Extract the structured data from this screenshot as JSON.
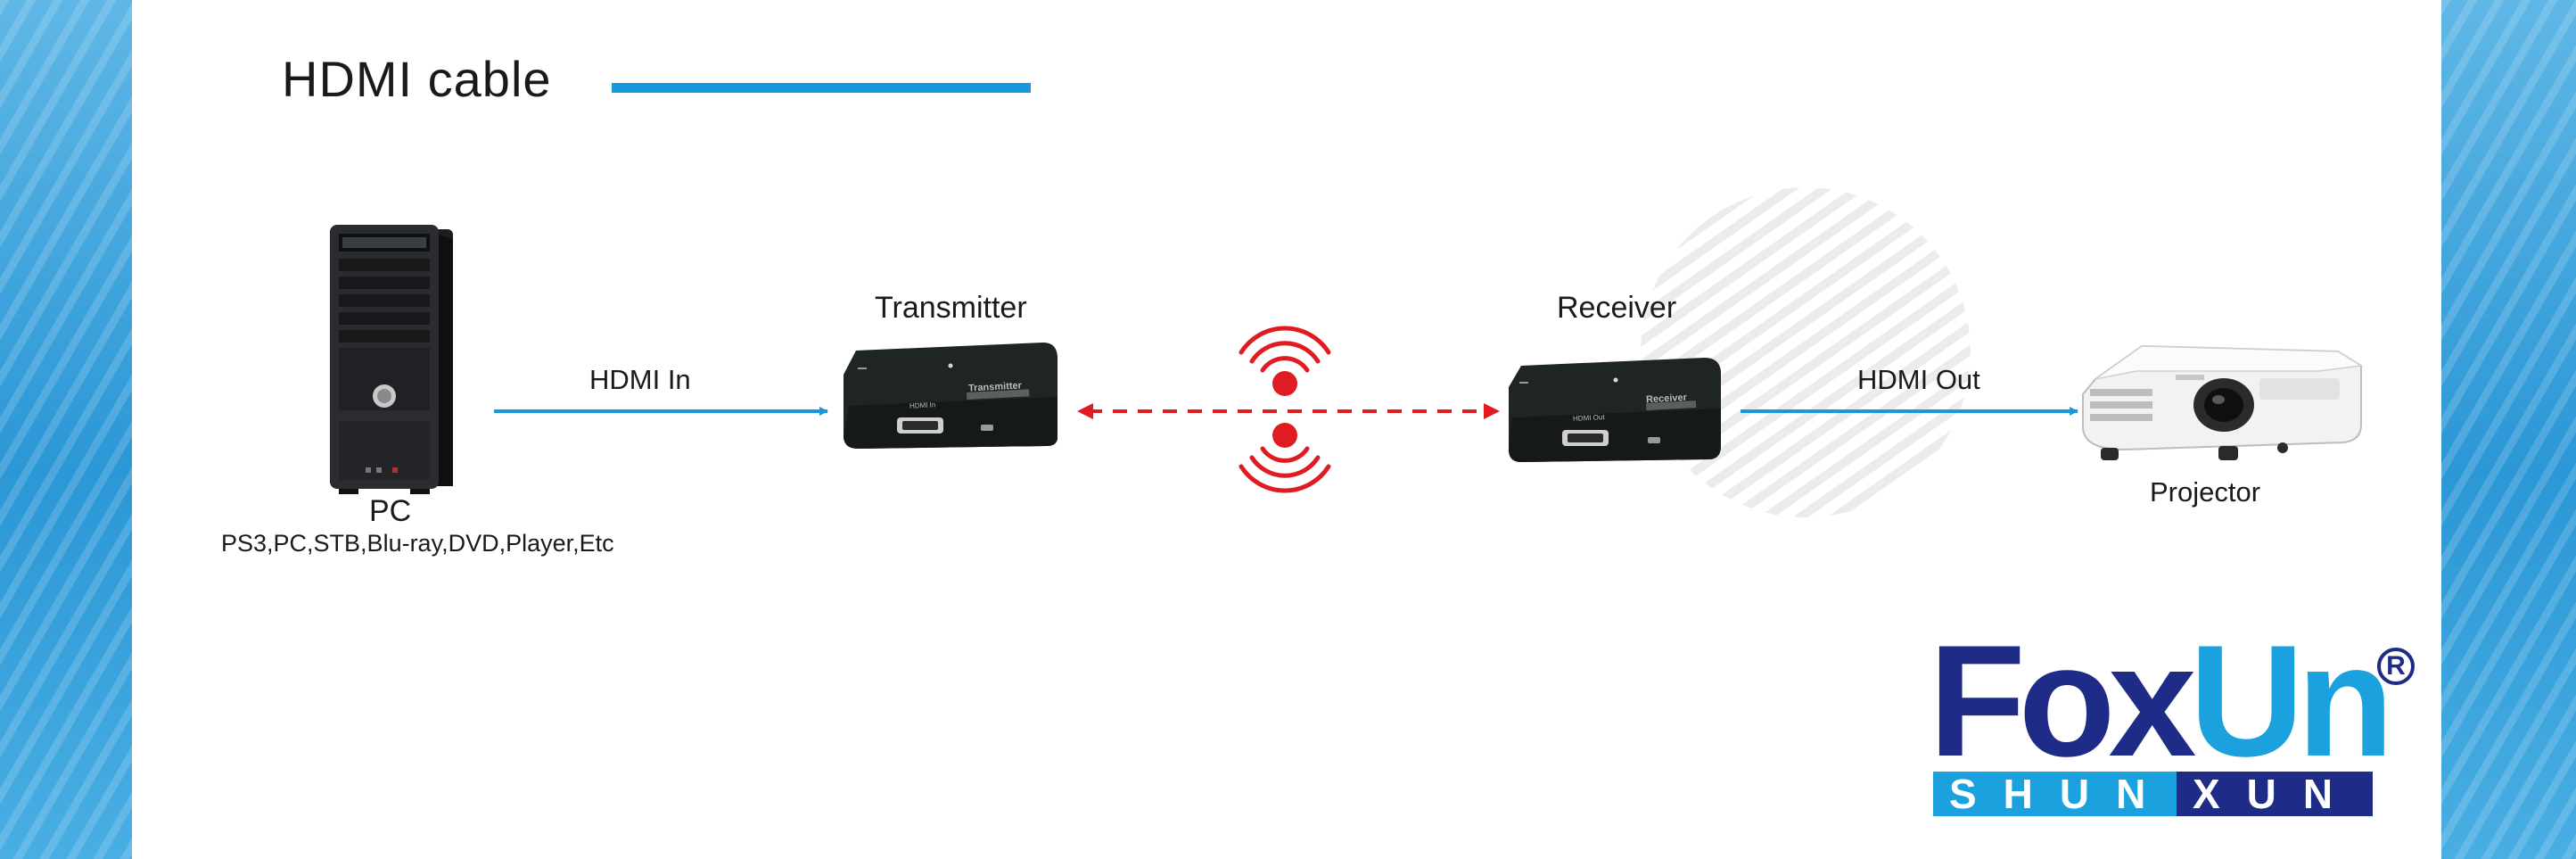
{
  "header": {
    "title": "HDMI cable"
  },
  "nodes": {
    "pc": {
      "label": "PC",
      "sublabel": "PS3,PC,STB,Blu-ray,DVD,Player,Etc"
    },
    "transmitter": {
      "label": "Transmitter",
      "device_text": "Transmitter",
      "port_text": "HDMI In"
    },
    "receiver": {
      "label": "Receiver",
      "device_text": "Receiver",
      "port_text": "HDMI Out"
    },
    "projector": {
      "label": "Projector"
    }
  },
  "edges": {
    "pc_to_tx": {
      "label": "HDMI In"
    },
    "rx_to_projector": {
      "label": "HDMI  Out"
    }
  },
  "logo": {
    "brand_a": "Fox",
    "brand_b": "Un",
    "registered": "R",
    "tag_a": "SHUN",
    "tag_b": "XUN"
  },
  "colors": {
    "accent_blue": "#1a98dc",
    "wireless_red": "#e11b22",
    "logo_navy": "#1e2b87",
    "logo_cyan": "#1aa1de",
    "device_body": "#1f2522"
  }
}
